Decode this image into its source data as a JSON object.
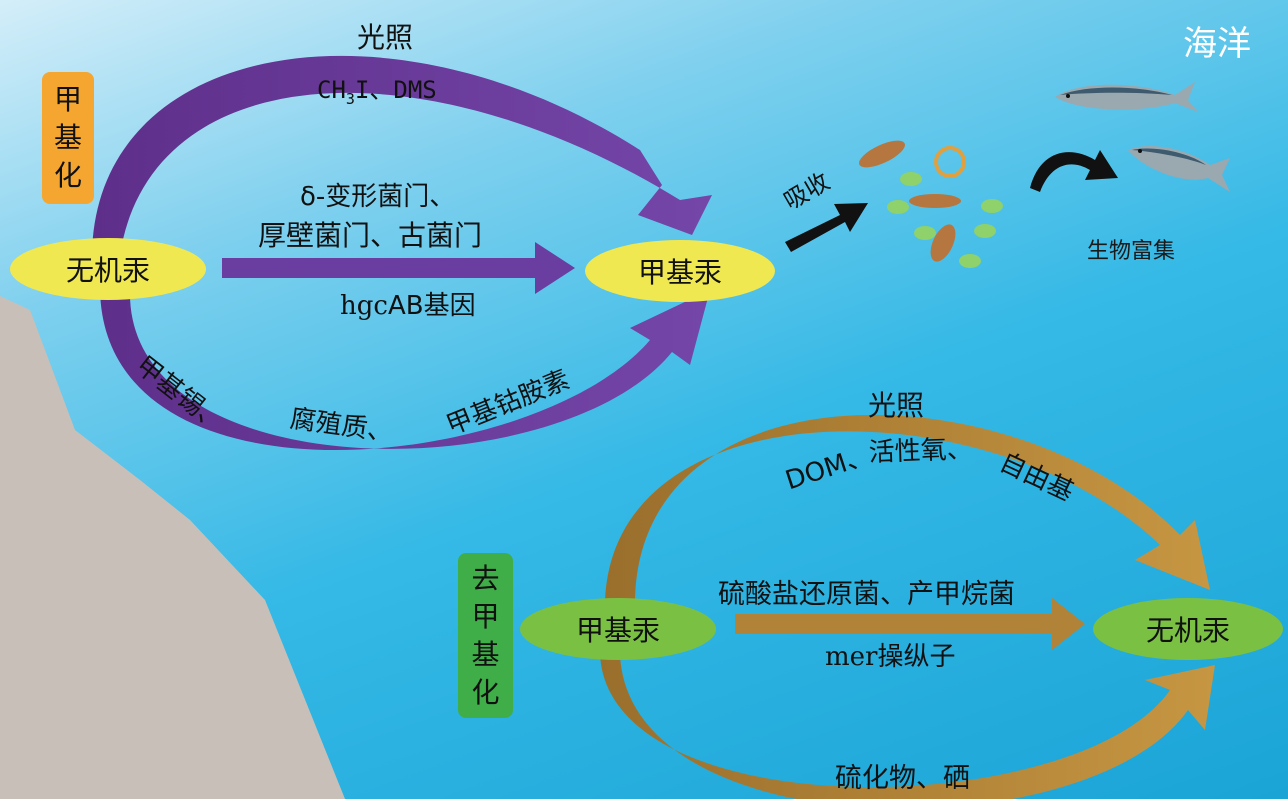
{
  "ocean_label": "海洋",
  "methylation": {
    "side_label": [
      "甲",
      "基",
      "化"
    ],
    "left_node": "无机汞",
    "right_node": "甲基汞",
    "top_path": {
      "title": "光照",
      "chem_ch": "CH",
      "chem_sub": "3",
      "chem_rest": "I、DMS"
    },
    "middle_path": {
      "line1": "δ-变形菌门、",
      "line2": "厚壁菌门、古菌门",
      "gene_prefix": "hgc",
      "gene_suffix": "AB基因"
    },
    "bottom_path": {
      "text1": "甲基锡、",
      "text2": "腐殖质、",
      "text3": "甲基钴胺素"
    }
  },
  "uptake": {
    "label": "吸收",
    "bioaccumulation": "生物富集"
  },
  "demethylation": {
    "side_label": [
      "去",
      "甲",
      "基",
      "化"
    ],
    "left_node": "甲基汞",
    "right_node": "无机汞",
    "top_path": {
      "title": "光照",
      "text1": "DOM、",
      "text2": "活性氧、",
      "text3": "自由基"
    },
    "middle_path": {
      "line1": "硫酸盐还原菌、产甲烷菌",
      "operon_prefix": "mer",
      "operon_suffix": "操纵子"
    },
    "bottom_path": {
      "text": "硫化物、硒"
    }
  },
  "colors": {
    "purple": "#6a3d9a",
    "gold": "#b88a3a",
    "yellow_node": "#f0e850",
    "green_node": "#7ac143",
    "orange_box": "#f5a630",
    "green_box": "#3fae49"
  }
}
